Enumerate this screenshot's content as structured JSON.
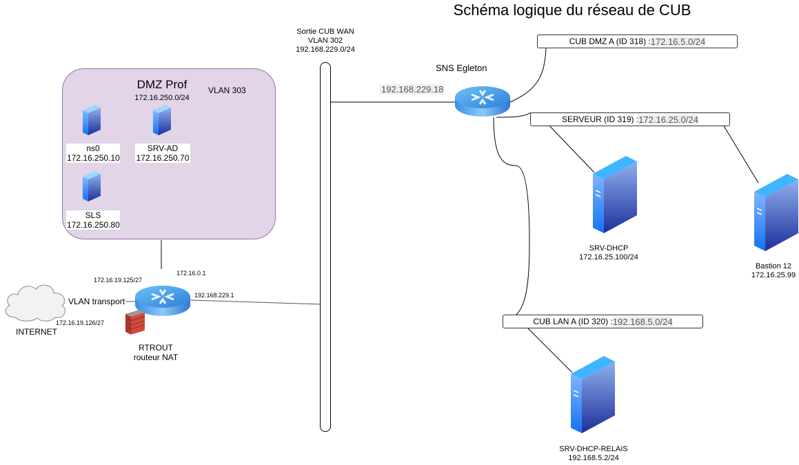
{
  "title": "Schéma logique du réseau de CUB",
  "dmz_prof": {
    "name": "DMZ Prof",
    "subnet": "172.16.250.0/24",
    "vlan": "VLAN 303",
    "servers": [
      {
        "name": "ns0",
        "ip": "172.16.250.10"
      },
      {
        "name": "SRV-AD",
        "ip": "172.16.250.70"
      },
      {
        "name": "SLS",
        "ip": "172.16.250.80"
      }
    ]
  },
  "wan_bus": {
    "line1": "Sortie CUB WAN",
    "line2": "VLAN 302",
    "line3": "192.168.229.0/24"
  },
  "internet": {
    "label": "INTERNET",
    "link_label": "VLAN transport",
    "ip_internet_side": "172.16.19.126/27",
    "ip_router_side": "172.16.19.125/27"
  },
  "rtrout": {
    "name": "RTROUT",
    "role": "routeur NAT",
    "ip_dmz": "172.16.0.1",
    "ip_wan": "192.168.229.1"
  },
  "sns": {
    "name": "SNS Egleton",
    "ip_wan": "192.168.229.18"
  },
  "segments": {
    "dmz_a": {
      "label": "CUB DMZ A (ID 318) : ",
      "subnet": "172.16.5.0/24"
    },
    "serveur": {
      "label": "SERVEUR (ID 319) : ",
      "subnet": "172.16.25.0/24"
    },
    "lan_a": {
      "label": "CUB LAN A (ID 320) :",
      "subnet": "192.168.5.0/24"
    }
  },
  "hosts": {
    "srv_dhcp": {
      "name": "SRV-DHCP",
      "ip": "172.16.25.100/24"
    },
    "bastion": {
      "name": "Bastion 12",
      "ip": "172.16.25.99"
    },
    "srv_dhcp_relais": {
      "name": "SRV-DHCP-RELAIS",
      "ip": "192.168.5.2/24"
    }
  },
  "colors": {
    "dmz_fill": "#e1d5e7",
    "dmz_stroke": "#9673a6",
    "router_blue": "#2f8fe0",
    "server_blue": "#1e6fe0",
    "firewall_red": "#c0302a"
  }
}
